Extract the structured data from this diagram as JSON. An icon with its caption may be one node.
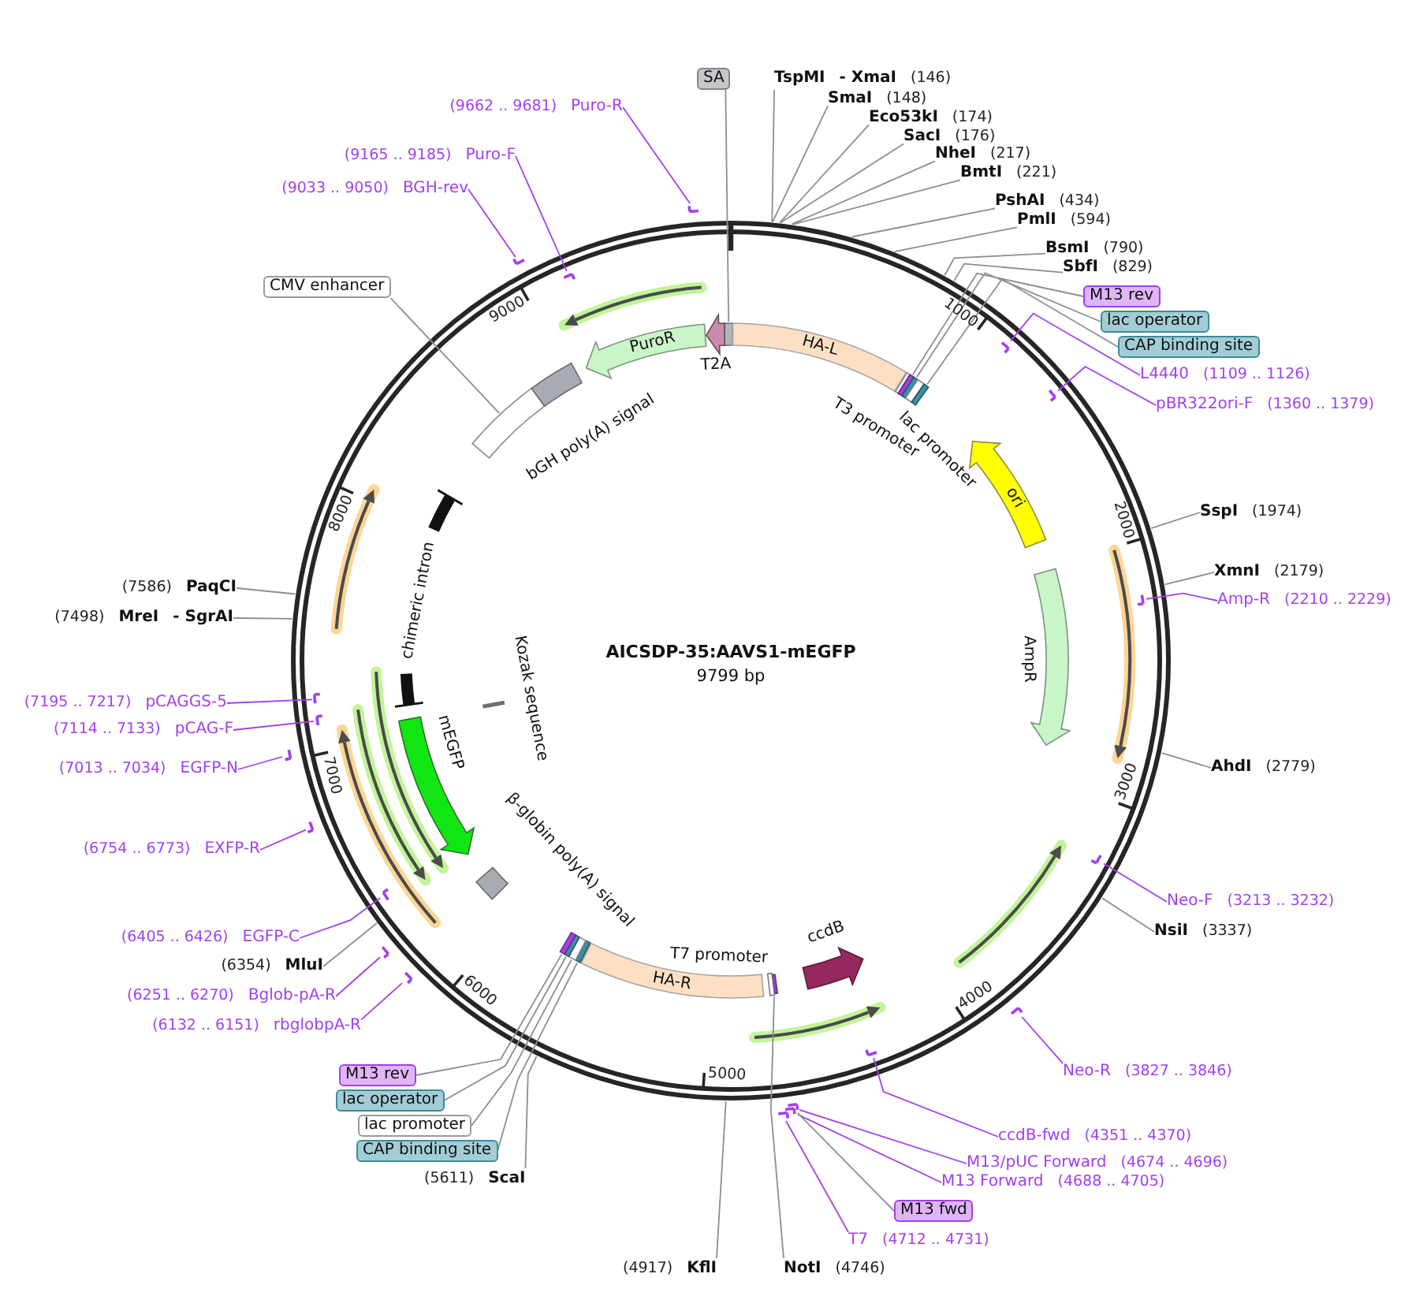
{
  "diagram": {
    "title": "AICSDP-35:AAVS1-mEGFP",
    "nodes": [
      {
        "text": [
          "SA"
        ]
      },
      {
        "text": [
          "TspMI",
          "- XmaI",
          "(146)"
        ]
      },
      {
        "text": [
          "SmaI",
          "(148)"
        ]
      },
      {
        "text": [
          "Eco53kI",
          "(174)"
        ]
      },
      {
        "text": [
          "SacI",
          "(176)"
        ]
      },
      {
        "text": [
          "NheI",
          "(217)"
        ]
      },
      {
        "text": [
          "BmtI",
          "(221)"
        ]
      },
      {
        "text": [
          "PshAI",
          "(434)"
        ]
      },
      {
        "text": [
          "PmlI",
          "(594)"
        ]
      },
      {
        "text": [
          "BsmI",
          "(790)"
        ]
      },
      {
        "text": [
          "SbfI",
          "(829)"
        ]
      },
      {
        "text": [
          "M13 rev"
        ]
      },
      {
        "text": [
          "lac operator"
        ]
      },
      {
        "text": [
          "CAP binding site"
        ]
      },
      {
        "text": [
          "L4440",
          "(1109 .. 1126)"
        ]
      },
      {
        "text": [
          "pBR322ori-F",
          "(1360 .. 1379)"
        ]
      },
      {
        "text": [
          "SspI",
          "(1974)"
        ]
      },
      {
        "text": [
          "XmnI",
          "(2179)"
        ]
      },
      {
        "text": [
          "Amp-R",
          "(2210 .. 2229)"
        ]
      },
      {
        "text": [
          "AhdI",
          "(2779)"
        ]
      },
      {
        "text": [
          "Neo-F",
          "(3213 .. 3232)"
        ]
      },
      {
        "text": [
          "NsiI",
          "(3337)"
        ]
      },
      {
        "text": [
          "Neo-R",
          "(3827 .. 3846)"
        ]
      },
      {
        "text": [
          "ccdB-fwd",
          "(4351 .. 4370)"
        ]
      },
      {
        "text": [
          "M13/pUC Forward",
          "(4674 .. 4696)"
        ]
      },
      {
        "text": [
          "M13 Forward",
          "(4688 .. 4705)"
        ]
      },
      {
        "text": [
          "M13 fwd"
        ]
      },
      {
        "text": [
          "T7",
          "(4712 .. 4731)"
        ]
      },
      {
        "text": [
          "NotI",
          "(4746)"
        ]
      },
      {
        "text": [
          "(4917)",
          "KflI"
        ]
      },
      {
        "text": [
          "(5611)",
          "ScaI"
        ]
      },
      {
        "text": [
          "M13 rev"
        ]
      },
      {
        "text": [
          "lac operator"
        ]
      },
      {
        "text": [
          "lac promoter"
        ]
      },
      {
        "text": [
          "CAP binding site"
        ]
      },
      {
        "text": [
          "(6132 .. 6151)",
          "rbglobpA-R"
        ]
      },
      {
        "text": [
          "(6251 .. 6270)",
          "Bglob-pA-R"
        ]
      },
      {
        "text": [
          "(6354)",
          "MluI"
        ]
      },
      {
        "text": [
          "(6405 .. 6426)",
          "EGFP-C"
        ]
      },
      {
        "text": [
          "(6754 .. 6773)",
          "EXFP-R"
        ]
      },
      {
        "text": [
          "(7013 .. 7034)",
          "EGFP-N"
        ]
      },
      {
        "text": [
          "(7114 .. 7133)",
          "pCAG-F"
        ]
      },
      {
        "text": [
          "(7195 .. 7217)",
          "pCAGGS-5"
        ]
      },
      {
        "text": [
          "(7498)",
          "MreI",
          "- SgrAI"
        ]
      },
      {
        "text": [
          "(7586)",
          "PaqCI"
        ]
      },
      {
        "text": [
          "CMV enhancer"
        ]
      },
      {
        "text": [
          "(9033 .. 9050)",
          "BGH-rev"
        ]
      },
      {
        "text": [
          "(9165 .. 9185)",
          "Puro-F"
        ]
      },
      {
        "text": [
          "(9662 .. 9681)",
          "Puro-R"
        ]
      },
      {
        "text": [],
        "shape": "bar"
      },
      {
        "text": [
          "HA-L"
        ]
      },
      {
        "text": [],
        "shape": "bar",
        "beside": [
          "T3 promoter"
        ]
      },
      {
        "text": [],
        "shape": "bar"
      },
      {
        "text": [],
        "shape": "bar"
      },
      {
        "text": [],
        "shape": "bar",
        "beside": [
          "lac promoter"
        ]
      },
      {
        "text": [],
        "shape": "bar"
      },
      {
        "text": [
          "ori"
        ]
      },
      {
        "text": [],
        "shape": "arrow",
        "beside": [
          "AmpR"
        ]
      },
      {
        "text": [],
        "shape": "arrow",
        "beside": [
          "ccdB"
        ]
      },
      {
        "text": [],
        "shape": "bar"
      },
      {
        "text": [
          "HA-R"
        ]
      },
      {
        "text": [],
        "shape": "bar"
      },
      {
        "text": [],
        "shape": "bar"
      },
      {
        "text": [],
        "shape": "bar"
      },
      {
        "text": [],
        "shape": "bar"
      },
      {
        "text": [],
        "shape": "bar",
        "beside": [
          "β-globin poly(A) signal"
        ]
      },
      {
        "text": [],
        "shape": "arrow",
        "beside": [
          "mEGFP"
        ]
      },
      {
        "text": [],
        "shape": "bar",
        "beside": [
          "Kozak sequence"
        ]
      },
      {
        "text": [
          "chimeric intron"
        ]
      },
      {
        "text": [],
        "shape": "bar"
      },
      {
        "text": [],
        "shape": "bar",
        "beside": [
          "bGH poly(A) signal"
        ]
      },
      {
        "text": [
          "PuroR"
        ]
      },
      {
        "text": [],
        "shape": "arrow",
        "beside": [
          "T2A"
        ]
      },
      {
        "text": [],
        "shape": "bar"
      },
      {
        "text": [],
        "shape": "bar"
      },
      {
        "text": [],
        "shape": "bar"
      },
      {
        "text": [],
        "shape": "bar"
      },
      {
        "text": [],
        "shape": "bar"
      },
      {
        "text": [],
        "shape": "bar"
      },
      {
        "text": [],
        "shape": "bar"
      },
      {
        "text": [],
        "shape": "bar"
      },
      {
        "text": [],
        "shape": "bar"
      },
      {
        "text": [],
        "shape": "bar"
      },
      {
        "text": [],
        "shape": "bar"
      },
      {
        "text": [],
        "shape": "bar"
      },
      {
        "text": [],
        "shape": "bar"
      },
      {
        "text": [],
        "shape": "bar"
      },
      {
        "text": [],
        "shape": "bar"
      },
      {
        "text": [],
        "shape": "bar"
      },
      {
        "text": [],
        "shape": "bar"
      },
      {
        "text": [],
        "shape": "bar"
      },
      {
        "text": [],
        "shape": "bar"
      }
    ],
    "edges": [
      {
        "from": 0,
        "to": 49,
        "arrow": "none"
      },
      {
        "from": 1,
        "to": null,
        "arrow": "none"
      },
      {
        "from": 2,
        "to": null,
        "arrow": "none"
      },
      {
        "from": 3,
        "to": null,
        "arrow": "none"
      },
      {
        "from": 4,
        "to": null,
        "arrow": "none"
      },
      {
        "from": 5,
        "to": null,
        "arrow": "none"
      },
      {
        "from": 6,
        "to": null,
        "arrow": "none"
      },
      {
        "from": 7,
        "to": null,
        "arrow": "none"
      },
      {
        "from": 8,
        "to": null,
        "arrow": "none"
      },
      {
        "from": 9,
        "to": null,
        "arrow": "none"
      },
      {
        "from": 10,
        "to": null,
        "arrow": "none"
      },
      {
        "from": 11,
        "to": 52,
        "arrow": "none"
      },
      {
        "from": 12,
        "to": 53,
        "arrow": "none"
      },
      {
        "from": 13,
        "to": 55,
        "arrow": "none"
      },
      {
        "from": 14,
        "to": 73,
        "arrow": "none",
        "color": "#a33fee"
      },
      {
        "from": 15,
        "to": 74,
        "arrow": "none",
        "color": "#a33fee"
      },
      {
        "from": 16,
        "to": null,
        "arrow": "none"
      },
      {
        "from": 17,
        "to": null,
        "arrow": "none"
      },
      {
        "from": 18,
        "to": 75,
        "arrow": "none",
        "color": "#a33fee"
      },
      {
        "from": 19,
        "to": null,
        "arrow": "none"
      },
      {
        "from": 20,
        "to": 76,
        "arrow": "none",
        "color": "#a33fee"
      },
      {
        "from": 21,
        "to": null,
        "arrow": "none"
      },
      {
        "from": 22,
        "to": 77,
        "arrow": "none",
        "color": "#a33fee"
      },
      {
        "from": 23,
        "to": 78,
        "arrow": "none",
        "color": "#a33fee"
      },
      {
        "from": 24,
        "to": 79,
        "arrow": "none",
        "color": "#a33fee"
      },
      {
        "from": 25,
        "to": 80,
        "arrow": "none",
        "color": "#a33fee"
      },
      {
        "from": 26,
        "to": 79,
        "arrow": "none"
      },
      {
        "from": 27,
        "to": 81,
        "arrow": "none",
        "color": "#a33fee"
      },
      {
        "from": 28,
        "to": 59,
        "arrow": "none"
      },
      {
        "from": 29,
        "to": null,
        "arrow": "none"
      },
      {
        "from": 30,
        "to": null,
        "arrow": "none"
      },
      {
        "from": 31,
        "to": 64,
        "arrow": "none"
      },
      {
        "from": 32,
        "to": 63,
        "arrow": "none"
      },
      {
        "from": 33,
        "to": 62,
        "arrow": "none"
      },
      {
        "from": 34,
        "to": 61,
        "arrow": "none"
      },
      {
        "from": 35,
        "to": 82,
        "arrow": "none",
        "color": "#a33fee"
      },
      {
        "from": 36,
        "to": 83,
        "arrow": "none",
        "color": "#a33fee"
      },
      {
        "from": 37,
        "to": null,
        "arrow": "none"
      },
      {
        "from": 38,
        "to": 84,
        "arrow": "none",
        "color": "#a33fee"
      },
      {
        "from": 39,
        "to": 85,
        "arrow": "none",
        "color": "#a33fee"
      },
      {
        "from": 40,
        "to": 86,
        "arrow": "none",
        "color": "#a33fee"
      },
      {
        "from": 41,
        "to": 87,
        "arrow": "none",
        "color": "#a33fee"
      },
      {
        "from": 42,
        "to": 88,
        "arrow": "none",
        "color": "#a33fee"
      },
      {
        "from": 43,
        "to": null,
        "arrow": "none"
      },
      {
        "from": 44,
        "to": null,
        "arrow": "none"
      },
      {
        "from": 45,
        "to": 69,
        "arrow": "none"
      },
      {
        "from": 46,
        "to": 89,
        "arrow": "none",
        "color": "#a33fee"
      },
      {
        "from": 47,
        "to": 90,
        "arrow": "none",
        "color": "#a33fee"
      },
      {
        "from": 48,
        "to": 91,
        "arrow": "none",
        "color": "#a33fee"
      }
    ],
    "labels": [
      "9799 bp",
      "1000",
      "2000",
      "3000",
      "4000",
      "5000",
      "6000",
      "7000",
      "8000",
      "9000",
      "T7 promoter"
    ]
  }
}
